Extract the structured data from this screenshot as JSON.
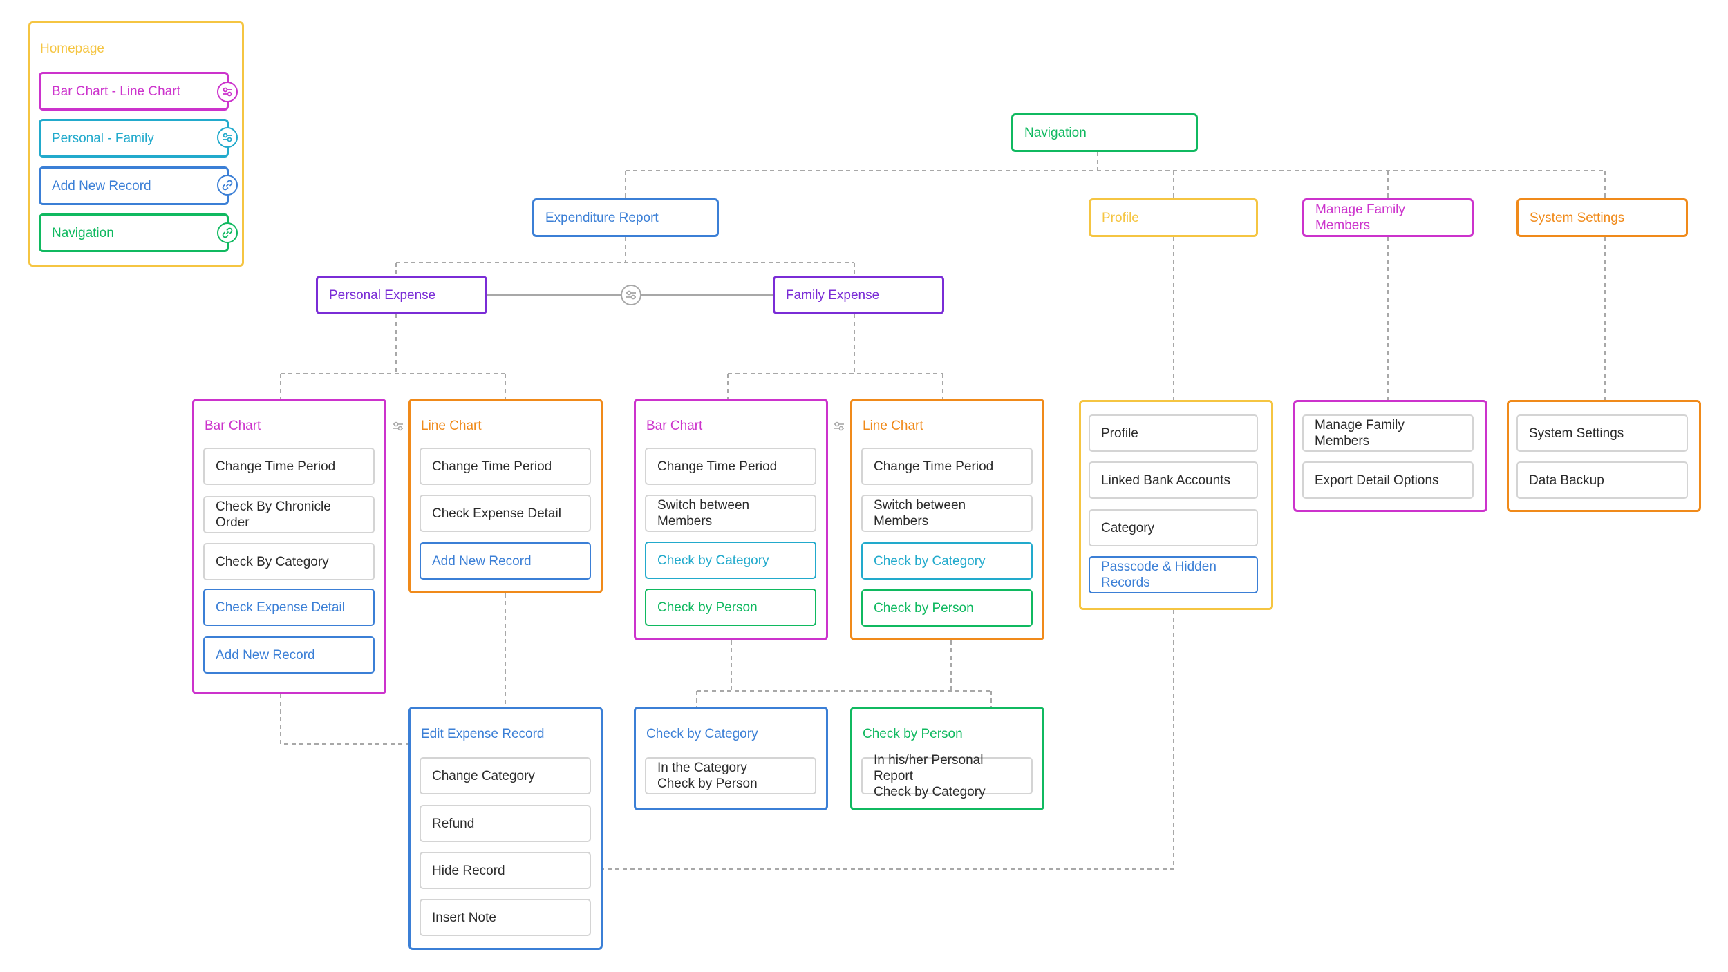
{
  "colors": {
    "yellow": "#f5c542",
    "magenta": "#cc33cc",
    "cyan": "#22aacc",
    "blue": "#3b7fd6",
    "green": "#10b960",
    "purple": "#7a2cd6",
    "orange": "#f08a1a",
    "gray": "#2b2b2b",
    "connector": "#a8a8a8"
  },
  "legend": {
    "title": "Homepage",
    "items": [
      {
        "label": "Bar Chart - Line Chart",
        "icon": "toggle-icon"
      },
      {
        "label": "Personal - Family",
        "icon": "toggle-icon"
      },
      {
        "label": "Add New Record",
        "icon": "link-icon"
      },
      {
        "label": "Navigation",
        "icon": "link-icon"
      }
    ]
  },
  "nav": {
    "root": "Navigation",
    "expenditure_report": "Expenditure Report",
    "profile": "Profile",
    "manage_family": "Manage Family Members",
    "system_settings": "System Settings",
    "personal_expense": "Personal Expense",
    "family_expense": "Family Expense"
  },
  "personal_bar": {
    "title": "Bar Chart",
    "items": [
      "Change Time Period",
      "Check By Chronicle Order",
      "Check By Category",
      "Check Expense Detail",
      "Add New Record"
    ]
  },
  "personal_line": {
    "title": "Line Chart",
    "items": [
      "Change Time Period",
      "Check Expense Detail",
      "Add New Record"
    ]
  },
  "family_bar": {
    "title": "Bar Chart",
    "items": [
      "Change Time Period",
      "Switch between Members",
      "Check by Category",
      "Check by Person"
    ]
  },
  "family_line": {
    "title": "Line Chart",
    "items": [
      "Change Time Period",
      "Switch between Members",
      "Check by Category",
      "Check by Person"
    ]
  },
  "profile_group": {
    "items": [
      "Profile",
      "Linked Bank Accounts",
      "Category",
      "Passcode & Hidden\nRecords"
    ]
  },
  "family_group": {
    "items": [
      "Manage Family Members",
      "Export Detail Options"
    ]
  },
  "settings_group": {
    "items": [
      "System Settings",
      "Data Backup"
    ]
  },
  "edit_record": {
    "title": "Edit Expense Record",
    "items": [
      "Change Category",
      "Refund",
      "Hide Record",
      "Insert Note"
    ]
  },
  "check_category": {
    "title": "Check by Category",
    "items": [
      "In the Category\nCheck by Person"
    ]
  },
  "check_person": {
    "title": "Check by Person",
    "items": [
      "In his/her Personal Report\nCheck by Category"
    ]
  }
}
